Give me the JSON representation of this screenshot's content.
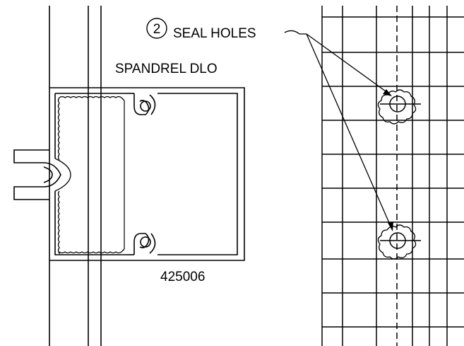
{
  "labels": {
    "callout_number": "2",
    "seal_holes": "SEAL HOLES",
    "spandrel_dlo": "SPANDREL DLO",
    "part_number": "425006"
  },
  "colors": {
    "line": "#000000",
    "background": "#ffffff"
  }
}
